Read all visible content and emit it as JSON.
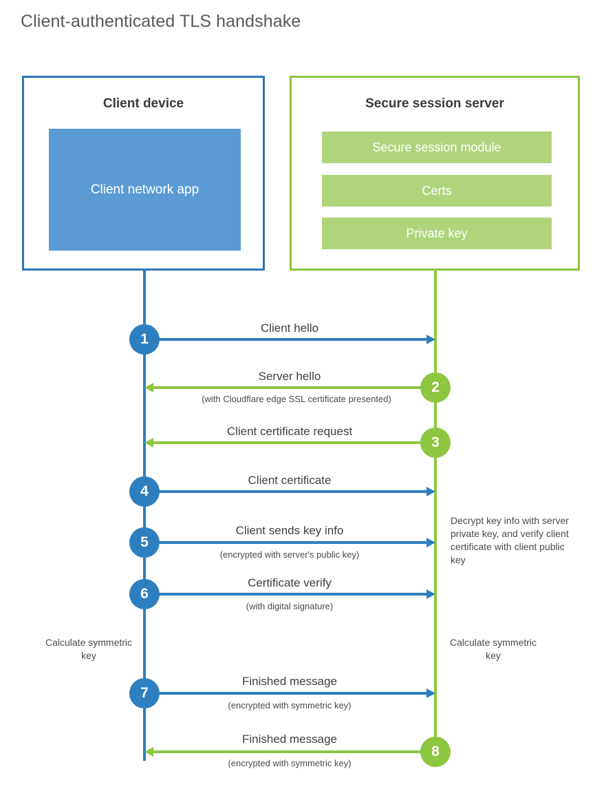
{
  "title": "Client-authenticated TLS handshake",
  "colors": {
    "client_blue": "#2e7fbf",
    "client_box_border": "#2e75b6",
    "client_app_fill": "#5b9bd5",
    "server_green": "#8dc63f",
    "server_bar_fill": "#b0d47c",
    "text_dark": "#3a3a3c",
    "title_gray": "#58595b"
  },
  "client": {
    "title": "Client device",
    "app_label": "Client network app"
  },
  "server": {
    "title": "Secure session server",
    "components": [
      {
        "label": "Secure session module"
      },
      {
        "label": "Certs"
      },
      {
        "label": "Private key"
      }
    ]
  },
  "steps": [
    {
      "number": "1",
      "label": "Client hello",
      "sublabel": "",
      "direction": "client-to-server",
      "color": "blue"
    },
    {
      "number": "2",
      "label": "Server hello",
      "sublabel": "(with Cloudflare edge SSL certificate presented)",
      "direction": "server-to-client",
      "color": "green"
    },
    {
      "number": "3",
      "label": "Client certificate request",
      "sublabel": "",
      "direction": "server-to-client",
      "color": "green"
    },
    {
      "number": "4",
      "label": "Client certificate",
      "sublabel": "",
      "direction": "client-to-server",
      "color": "blue"
    },
    {
      "number": "5",
      "label": "Client sends key info",
      "sublabel": "(encrypted with server's public key)",
      "direction": "client-to-server",
      "color": "blue"
    },
    {
      "number": "6",
      "label": "Certificate verify",
      "sublabel": "(with digital signature)",
      "direction": "client-to-server",
      "color": "blue"
    },
    {
      "number": "7",
      "label": "Finished message",
      "sublabel": "(encrypted with symmetric key)",
      "direction": "client-to-server",
      "color": "blue"
    },
    {
      "number": "8",
      "label": "Finished message",
      "sublabel": "(encrypted with symmetric key)",
      "direction": "server-to-client",
      "color": "green"
    }
  ],
  "annotations": {
    "server_decrypt": "Decrypt key info with server private key, and verify client certificate with client public key",
    "client_calculate": "Calculate symmetric key",
    "server_calculate": "Calculate symmetric key"
  }
}
